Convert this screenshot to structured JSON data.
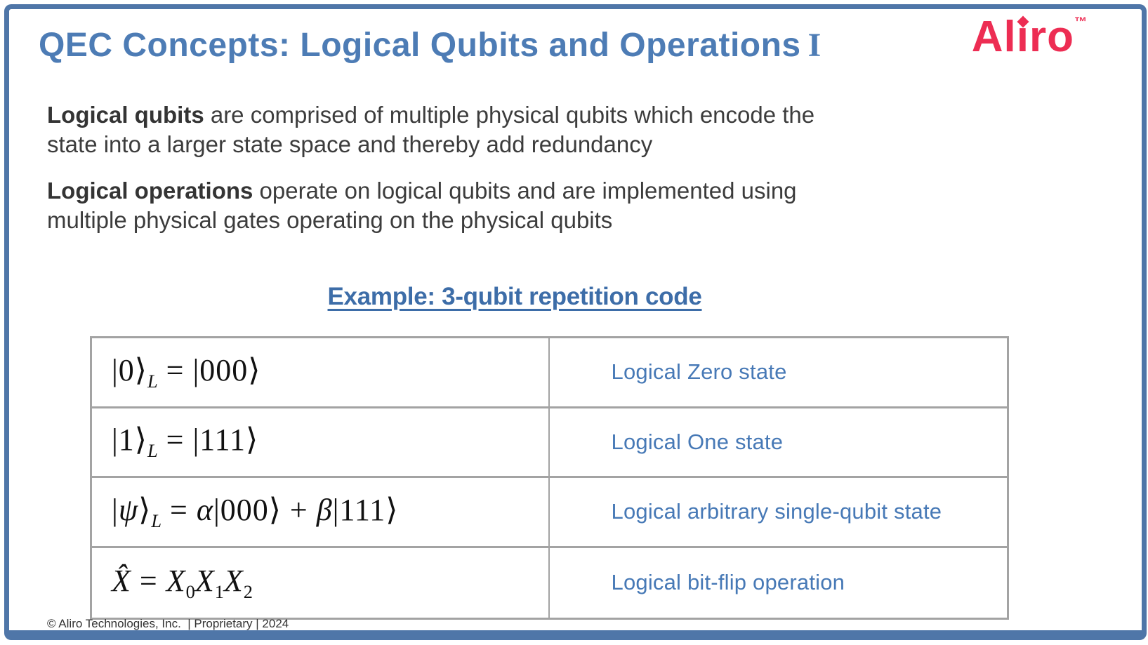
{
  "slide": {
    "title": {
      "main": "QEC Concepts: Logical Qubits and Operations",
      "numeral": "I"
    },
    "logo": {
      "part1": "Al",
      "dotless_i": "ı",
      "part2": "ro",
      "tm": "™",
      "brand_color": "#ED2D53"
    },
    "paragraphs": [
      {
        "bold": "Logical qubits",
        "line1_rest": " are comprised of multiple physical qubits which encode the",
        "line2": "state into a larger state space and thereby add redundancy"
      },
      {
        "bold": "Logical operations",
        "line1_rest": " operate on logical qubits and are implemented using",
        "line2": "multiple physical gates operating on the physical qubits"
      }
    ],
    "example_heading": "Example: 3-qubit repetition code",
    "table": {
      "rows": [
        {
          "equation": [
            {
              "t": "|0⟩"
            },
            {
              "s": "L",
              "i": true
            },
            {
              "t": " = |000⟩"
            }
          ],
          "label": "Logical Zero state"
        },
        {
          "equation": [
            {
              "t": "|1⟩"
            },
            {
              "s": "L",
              "i": true
            },
            {
              "t": " = |111⟩"
            }
          ],
          "label": "Logical One state"
        },
        {
          "equation": [
            {
              "t": "|"
            },
            {
              "t": "ψ",
              "i": true
            },
            {
              "t": "⟩"
            },
            {
              "s": "L",
              "i": true
            },
            {
              "t": " = "
            },
            {
              "t": "α",
              "i": true
            },
            {
              "t": "|000⟩ + "
            },
            {
              "t": "β",
              "i": true
            },
            {
              "t": "|111⟩"
            }
          ],
          "label": "Logical arbitrary single-qubit state"
        },
        {
          "equation": [
            {
              "t": "X̂",
              "i": true
            },
            {
              "t": " = "
            },
            {
              "t": "X",
              "i": true
            },
            {
              "s": "0"
            },
            {
              "t": "X",
              "i": true
            },
            {
              "s": "1"
            },
            {
              "t": "X",
              "i": true
            },
            {
              "s": "2"
            }
          ],
          "label": "Logical bit-flip operation"
        }
      ]
    },
    "footer": "© Aliro Technologies, Inc.  | Proprietary | 2024",
    "colors": {
      "frame_border": "#4f76a8",
      "title_blue": "#4d7cb5",
      "heading_blue": "#3d6da8",
      "label_blue": "#4779b6",
      "body_text": "#3c3c3c",
      "table_line_gray": "#a3a3a3",
      "logo_red": "#ED2D53"
    }
  }
}
